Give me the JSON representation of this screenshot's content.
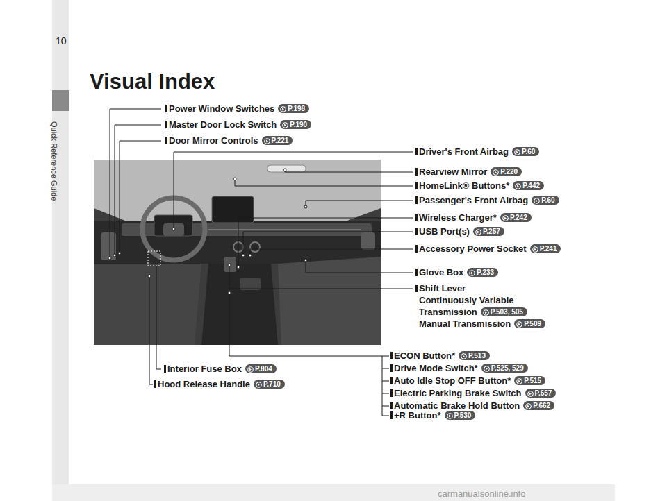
{
  "diagram": {
    "title": "Visual Index",
    "labels": [
      "Quick Reference Guide",
      "10",
      "Power Window Switches",
      "P.198",
      "Master Door Lock Switch",
      "P.190",
      "Door Mirror Controls",
      "P.221",
      "Driver's Front Airbag",
      "P.60",
      "Rearview Mirror",
      "P.220",
      "HomeLink® Buttons*",
      "P.442",
      "Passenger's Front Airbag",
      "P.60",
      "Wireless Charger*",
      "P.242",
      "USB Port(s)",
      "P.257",
      "Accessory Power Socket",
      "P.241",
      "Glove Box",
      "P.233",
      "Shift Lever",
      "Continuously Variable",
      "Transmission",
      "P.503, 505",
      "Manual Transmission",
      "P.509",
      "ECON Button*",
      "P.513",
      "Drive Mode Switch*",
      "P.525, 529",
      "Auto Idle Stop OFF Button*",
      "P.515",
      "Electric Parking Brake Switch",
      "P.657",
      "Automatic Brake Hold Button",
      "P.662",
      "+R Button*",
      "P.530",
      "Interior Fuse Box",
      "P.804",
      "Hood Release Handle",
      "P.710",
      "carmanualsonline.info"
    ]
  }
}
